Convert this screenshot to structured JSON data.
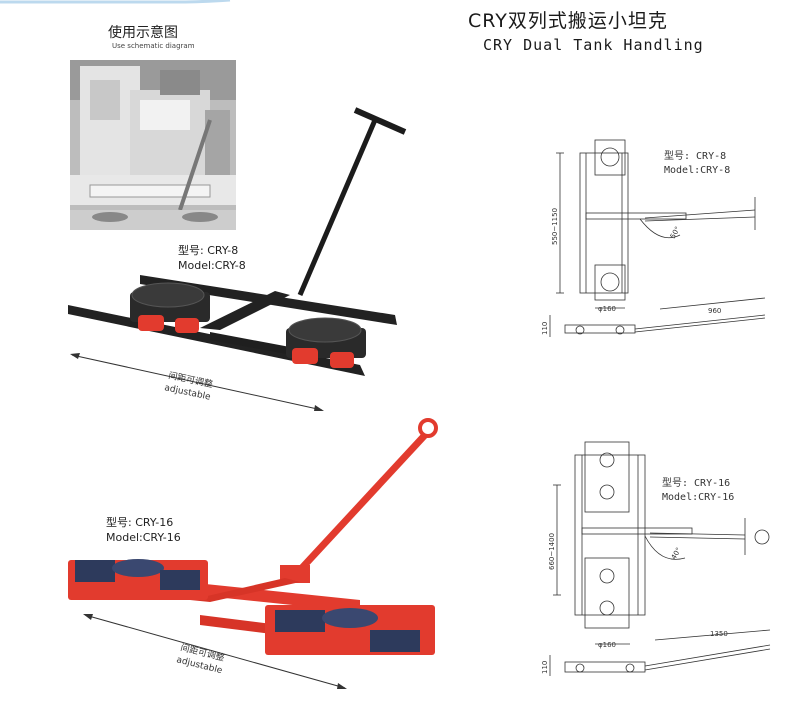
{
  "header": {
    "title_cn": "CRY双列式搬运小坦克",
    "title_en": "CRY Dual Tank Handling"
  },
  "photo_caption": {
    "cn": "使用示意图",
    "en": "Use schematic diagram"
  },
  "products": [
    {
      "model_cn": "型号: CRY-8",
      "model_en": "Model:CRY-8",
      "color": "#1c1c1c",
      "adjustable_cn": "间距可调整",
      "adjustable_en": "adjustable"
    },
    {
      "model_cn": "型号: CRY-16",
      "model_en": "Model:CRY-16",
      "color": "#e23b2e",
      "adjustable_cn": "间距可调整",
      "adjustable_en": "adjustable"
    }
  ],
  "drawings": [
    {
      "model_cn": "型号: CRY-8",
      "model_en": "Model:CRY-8",
      "dim_height": "550~1150",
      "dim_wheel": "φ160",
      "dim_handle": "960",
      "dim_base": "110",
      "angle": "50°"
    },
    {
      "model_cn": "型号: CRY-16",
      "model_en": "Model:CRY-16",
      "dim_height": "660~1400",
      "dim_wheel": "φ160",
      "dim_handle": "1350",
      "dim_base": "110",
      "angle": "40°"
    }
  ]
}
